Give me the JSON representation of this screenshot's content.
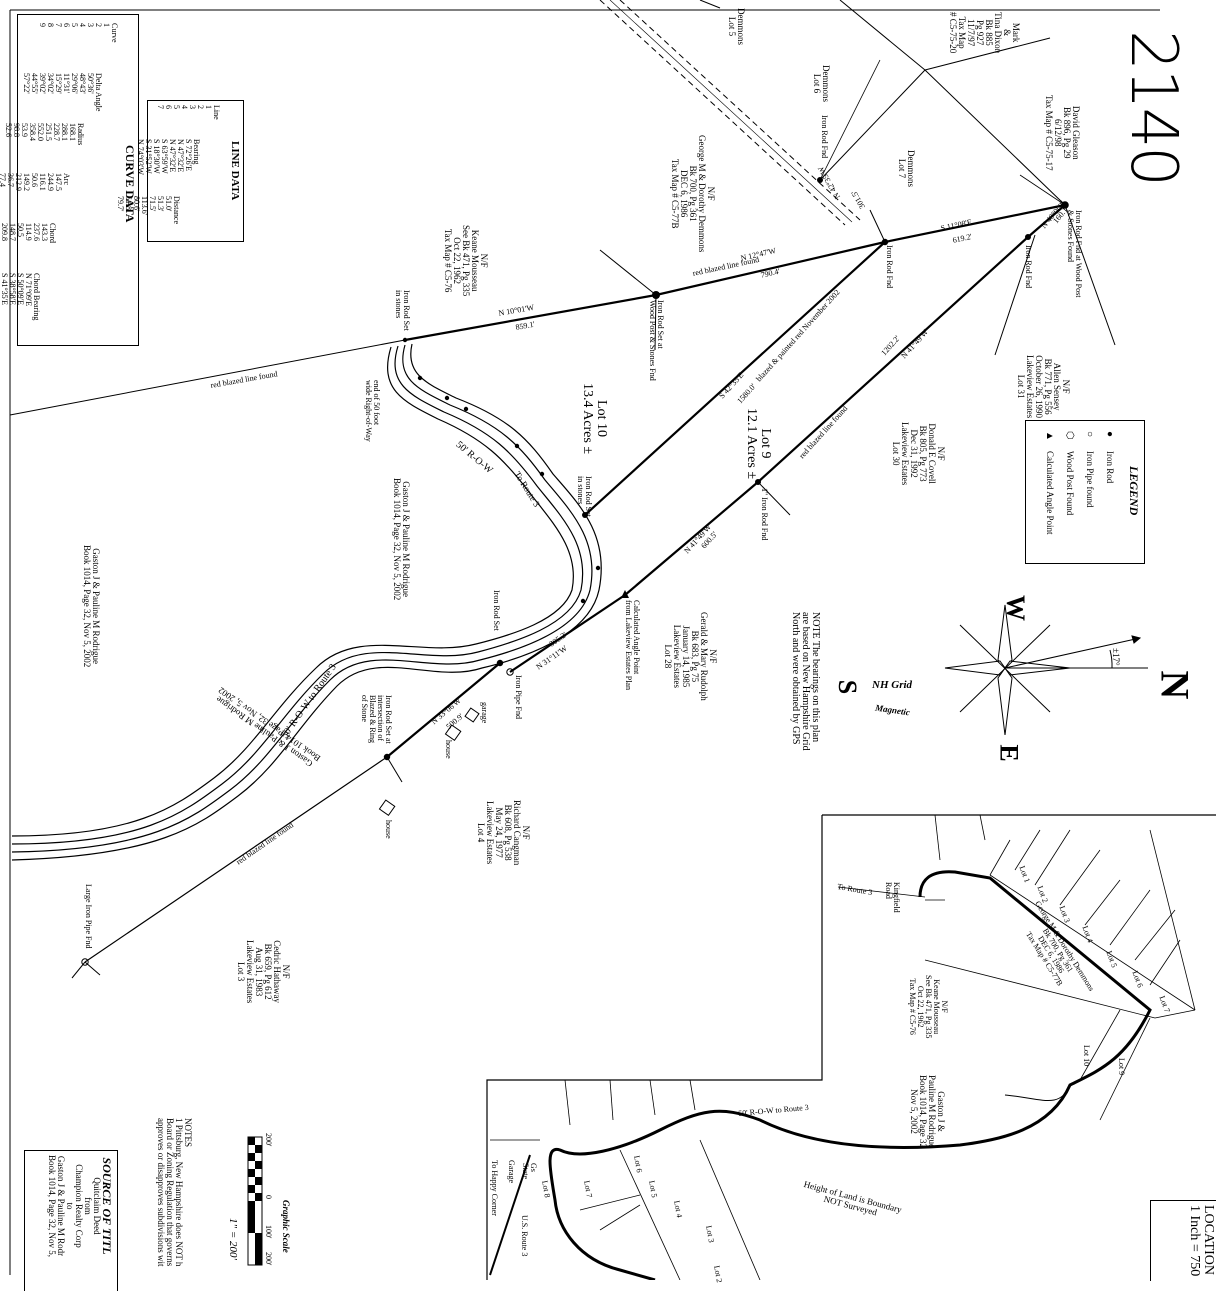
{
  "plan": {
    "handwritten_number": "2140",
    "north_label": "N",
    "south_label": "S",
    "west_label": "W",
    "east_label": "E",
    "nh_grid_label": "NH Grid",
    "magnetic_label": "Magnetic",
    "declination": "±17°",
    "note_bearings": [
      "NOTE  The bearings on this plan",
      "are based on New Hampshire Grid",
      "North and were obtained by GPS"
    ]
  },
  "curve_data": {
    "title": "CURVE DATA",
    "headers": [
      "Curve",
      "Delta Angle",
      "Radius",
      "Arc",
      "Chord",
      "Chord Bearing"
    ],
    "rows": [
      [
        "1",
        "50°36'",
        "168.1",
        "147.5",
        "143.3",
        "N 71°09'E"
      ],
      [
        "2",
        "48°43'",
        "288.1",
        "244.9",
        "237.6",
        "S 50°09'E"
      ],
      [
        "3",
        "29°06'",
        "228.7",
        "116.1",
        "114.9",
        "S 38°58'E"
      ],
      [
        "4",
        "11°31'",
        "251.5",
        "50.6",
        "50.5",
        "S 41°35'E"
      ],
      [
        "5",
        "15°29'",
        "552.0",
        "149.2",
        "148.7",
        "S 50°38'W"
      ],
      [
        "6",
        "34°02'",
        "358.4",
        "212.9",
        "209.8",
        "S 49°31'W"
      ],
      [
        "7",
        "39°02'",
        "53.9",
        "36.7",
        "35.5",
        "S 59°09'W"
      ],
      [
        "8",
        "44°55'",
        "98.8",
        "77.4",
        "75.5",
        "S 45°09'W"
      ],
      [
        "9",
        "57°22'",
        "52.6",
        "52.7",
        "50.5",
        "S 45°54'W"
      ]
    ]
  },
  "line_data": {
    "title": "LINE DATA",
    "headers": [
      "Line",
      "Bearing",
      "Distance"
    ],
    "rows": [
      [
        "1",
        "S 72°26'E",
        "51.0'"
      ],
      [
        "2",
        "N 47°32'E",
        "51.3'"
      ],
      [
        "3",
        "N 47°32'E",
        "71.5'"
      ],
      [
        "4",
        "S 63°59'W",
        "113.6'"
      ],
      [
        "5",
        "S 18°30'W",
        "80.6'"
      ],
      [
        "6",
        "S 31°52'W",
        "51.8'"
      ],
      [
        "7",
        "N 74°03'W",
        "79.7'"
      ]
    ]
  },
  "legend": {
    "title": "LEGEND",
    "items": [
      {
        "icon": "filled-dot",
        "label": "Iron Rod"
      },
      {
        "icon": "open-circle",
        "label": "Iron Pipe found"
      },
      {
        "icon": "hexagon",
        "label": "Wood Post Found"
      },
      {
        "icon": "triangle",
        "label": "Calculated Angle Point"
      }
    ]
  },
  "lots": {
    "lot10": {
      "name": "Lot 10",
      "acres": "13.4 Acres ±"
    },
    "lot9": {
      "name": "Lot 9",
      "acres": "12.1 Acres ±"
    }
  },
  "owners": {
    "dixon": [
      "Mark",
      "&",
      "Tina Dixon",
      "Bk 885",
      "Pg 927",
      "11/7/97",
      "Tax Map",
      "# C5-75-20"
    ],
    "gleason": [
      "David Gleason",
      "Bk 896, Pg 29",
      "6/12/98",
      "Tax Map # C5-75-17"
    ],
    "demmons5": [
      "Demmons",
      "Lot 5"
    ],
    "demmons6": [
      "Demmons",
      "Lot 6"
    ],
    "demmons7": [
      "Demmons",
      "Lot 7"
    ],
    "demmons_nf": [
      "N/F",
      "George M & Dorothy Demmons",
      "Bk 700, Pg 361",
      "DEC 6, 1986",
      "Tax Map # C5-77B"
    ],
    "mousseau": [
      "N/F",
      "Keane Mousseau",
      "See Bk 471, Pg 335",
      "Oct 22, 1962",
      "Tax Map # C5-76"
    ],
    "sensey": [
      "N/F",
      "Allen Sensey",
      "Bk 771, Pg 556",
      "October 26, 1990",
      "Lakeview Estates",
      "Lot 31"
    ],
    "covell": [
      "N/F",
      "Donald E Covell",
      "Bk 805, Pg 773",
      "Dec 31, 1992",
      "Lakeview Estates",
      "Lot 30"
    ],
    "rudolph": [
      "N/F",
      "Gerald & Mary Rudolph",
      "Bk 683, Pg 75",
      "January 14, 1985",
      "Lakeview Estates",
      "Lot 28"
    ],
    "rodrigue1": [
      "Gaston J & Pauline M Rodrigue",
      "Book 1014, Page 32, Nov 5, 2002"
    ],
    "rodrigue2": [
      "Gaston J & Pauline M Rodrigue",
      "Book 1014, Page 32, Nov 5, 2002"
    ],
    "rodrigue3": [
      "Gaston J & Pauline M Rodrigue",
      "Book 1014, Page 32, Nov 5, 2002"
    ],
    "cangman": [
      "N/F",
      "Richard Cangman",
      "Bk 608, Pg 538",
      "May 24, 1977",
      "Lakeview Estates",
      "Lot 4"
    ],
    "hathaway": [
      "N/F",
      "Cedric Hathaway",
      "Bk 659, Pg 612",
      "Aug 31, 1983",
      "Lakeview Estates",
      "Lot 3"
    ]
  },
  "labels": {
    "iron_rod_fnd": "Iron Rod Fnd",
    "iron_rod_fnd2": "Iron Rod Fnd",
    "iron_rod_fnd_wood_post": [
      "Iron Rod Fnd at Wood Post",
      "& Stones Found"
    ],
    "iron_rod_fnd3": "Iron Rod Fnd",
    "iron_rod_set_wood_post": [
      "Iron Rod Set at",
      "Wood Post & Stones Fnd"
    ],
    "iron_rod_set_stones": [
      "Iron Rod Set",
      "in stones"
    ],
    "iron_rod_set_stones2": [
      "Iron Rod Set",
      "in stones"
    ],
    "iron_rod_set": "Iron Rod Set",
    "iron_rod_fnd_1in": "1\" Iron Rod Fnd",
    "iron_pipe_fnd": "Iron Pipe Fnd",
    "calc_angle": [
      "Calculated Angle Point",
      "from Lakeview Estates Plan"
    ],
    "iron_rod_set_intersection": [
      "Iron Rod Set at",
      "intersection of",
      "Blazed & Ring",
      "of Stone"
    ],
    "large_iron_pipe": "Large Iron Pipe Fnd",
    "row_50": "50' R-O-W",
    "to_route3": "To Route 3",
    "end_row": [
      "end of 50 foot",
      "wide Right-of-Way"
    ],
    "row_50_route3": "50' R-O-W to Route 3",
    "red_blazed": "red blazed line found",
    "red_blazed2": "red blazed line found",
    "red_blazed3": "red blazed line found",
    "red_blazed_painted": "blazed & painted red November 2002",
    "red_blazed4": "red blazed line found",
    "garage": "garage",
    "house": "house",
    "house2": "house",
    "b1": "N 10°01'W",
    "d1": "859.1'",
    "b2": "N 12°47'W",
    "d2": "790.4'",
    "b3": "S 11°08'E",
    "d3": "619.2'",
    "b4": "S 42°35'E",
    "d4": "1580.0'",
    "b5": "N 41°49'W",
    "d5": "1202.2'",
    "b6": "N 40°00'E",
    "d6": "160.1'",
    "b7": "N 41°49'W",
    "d7": "600.5'",
    "b8": "N 31°11'W",
    "d8": "305.2'",
    "b9": "N 33°06'W",
    "d9": "500.9'",
    "b10": "N 42°35'W",
    "d10": "301.5'"
  },
  "scale": {
    "title": "Graphic Scale",
    "ticks": [
      "200'",
      "0",
      "100'",
      "200'"
    ],
    "ratio": "1\" = 200'"
  },
  "notes": {
    "title": "NOTES",
    "text": [
      "1 Pittsburg, New Hampshire does NOT h",
      "Board or Zoning Regulation that governs",
      "approves or disapproves subdivisions wit"
    ]
  },
  "source": {
    "title": "SOURCE OF TITL",
    "lines": [
      "Quitclaim Deed",
      "from",
      "Champion Realty Corp",
      "to",
      "Gaston J & Pauline M Rodr",
      "Book 1014, Page 32, Nov 5,"
    ]
  },
  "location": {
    "title": "LOCATION",
    "scale": "1 Inch = 750",
    "labels": {
      "to_route3": "To Route 3",
      "kingfield": [
        "Kingfield",
        "Road"
      ],
      "demmons": [
        "George M & Dorothy Demmons",
        "Bk 700, Pg 361",
        "DEC 6, 1986",
        "Tax Map # C5-77B"
      ],
      "mousseau": [
        "N/F",
        "Keane Mousseau",
        "See Bk 471, Pg 335",
        "Oct 22, 1962",
        "Tax Map # C5-76"
      ],
      "rodrigue": [
        "Gaston J &",
        "Pauline M Rodrigue",
        "Book 1014, Page 32",
        "Nov 5, 2002"
      ],
      "row": "50' R-O-W to Route 3",
      "height_of_land": [
        "Height of Land is Boundary",
        "NOT Surveyed"
      ],
      "lot10": "Lot 10",
      "lot9": "Lot 9",
      "lots": [
        "Lot 1",
        "Lot 2",
        "Lot 3",
        "Lot 4",
        "Lot 5",
        "Lot 6",
        "Lot 7"
      ],
      "lots_south": [
        "Lot 8",
        "Lot 7",
        "Lot 6",
        "Lot 5",
        "Lot 4",
        "Lot 3",
        "Lot 2"
      ],
      "lot4": "Lot 4",
      "gs": [
        "Gs",
        "State"
      ],
      "garage": "Garage",
      "to_happy": "To Happy Corner",
      "us_route3": "U.S. Route 3"
    }
  }
}
